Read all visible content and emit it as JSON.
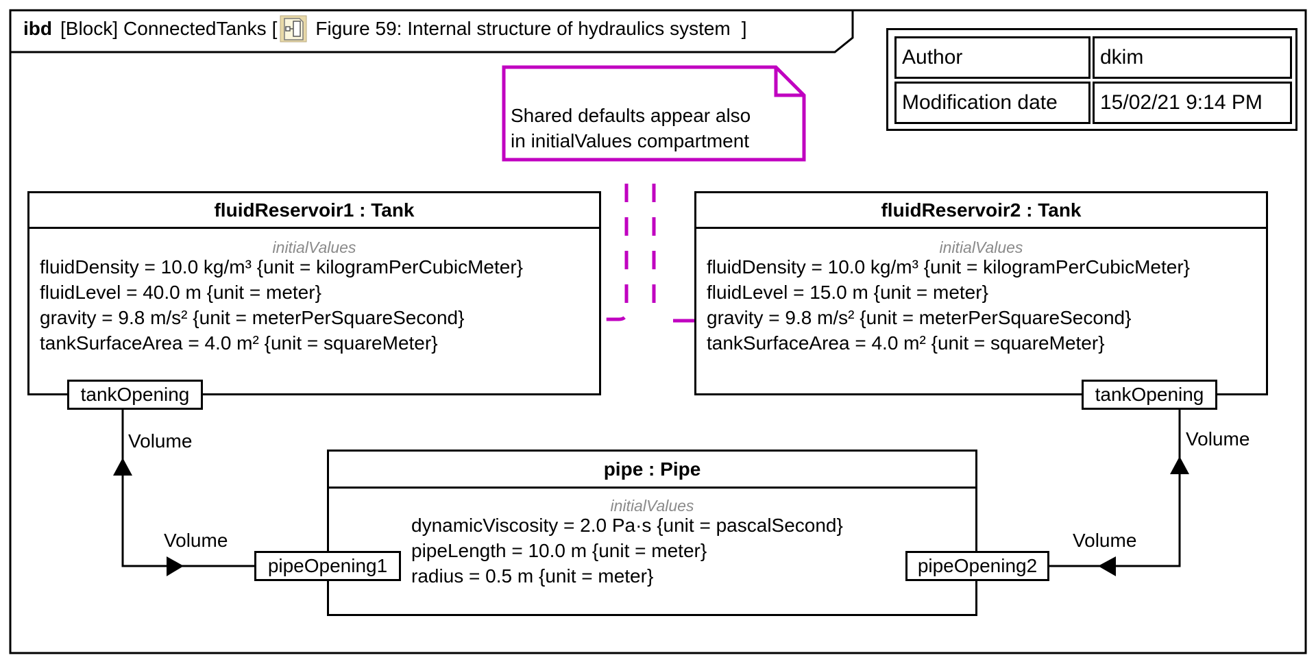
{
  "frame": {
    "kind": "ibd",
    "element_type": "[Block]",
    "owner": "ConnectedTanks",
    "open_bracket": "[",
    "diagram_name": "Figure 59: Internal structure of hydraulics system",
    "close_bracket": "]",
    "icon": "internal-block-diagram-icon"
  },
  "info_table": {
    "rows": [
      {
        "label": "Author",
        "value": "dkim"
      },
      {
        "label": "Modification date",
        "value": "15/02/21 9:14 PM"
      }
    ]
  },
  "note": {
    "lines": [
      "Shared defaults appear also",
      "in initialValues compartment"
    ],
    "color": "#c000c0"
  },
  "blocks": {
    "reservoir1": {
      "title": "fluidReservoir1 : Tank",
      "compartment": "initialValues",
      "attributes": [
        "fluidDensity = 10.0 kg/m³ {unit = kilogramPerCubicMeter}",
        "fluidLevel = 40.0 m {unit = meter}",
        "gravity = 9.8 m/s² {unit = meterPerSquareSecond}",
        "tankSurfaceArea = 4.0 m² {unit = squareMeter}"
      ],
      "port": "tankOpening"
    },
    "reservoir2": {
      "title": "fluidReservoir2 : Tank",
      "compartment": "initialValues",
      "attributes": [
        "fluidDensity = 10.0 kg/m³ {unit = kilogramPerCubicMeter}",
        "fluidLevel = 15.0 m {unit = meter}",
        "gravity = 9.8 m/s² {unit = meterPerSquareSecond}",
        "tankSurfaceArea = 4.0 m² {unit = squareMeter}"
      ],
      "port": "tankOpening"
    },
    "pipe": {
      "title": "pipe : Pipe",
      "compartment": "initialValues",
      "attributes": [
        "dynamicViscosity = 2.0 Pa·s {unit = pascalSecond}",
        "pipeLength = 10.0 m {unit = meter}",
        "radius = 0.5 m {unit = meter}"
      ],
      "port_left": "pipeOpening1",
      "port_right": "pipeOpening2"
    }
  },
  "connectors": {
    "left_tank_flow": "Volume",
    "left_pipe_flow": "Volume",
    "right_tank_flow": "Volume",
    "right_pipe_flow": "Volume"
  }
}
